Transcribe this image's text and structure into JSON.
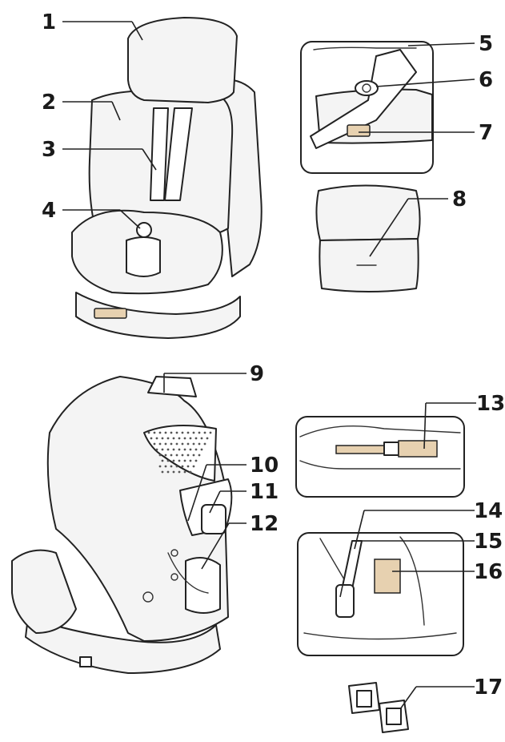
{
  "colors": {
    "outline": "#222222",
    "accent": "#e7d1b0",
    "background": "#ffffff"
  },
  "labels": [
    "1",
    "2",
    "3",
    "4",
    "5",
    "6",
    "7",
    "8",
    "9",
    "10",
    "11",
    "12",
    "13",
    "14",
    "15",
    "16",
    "17"
  ]
}
